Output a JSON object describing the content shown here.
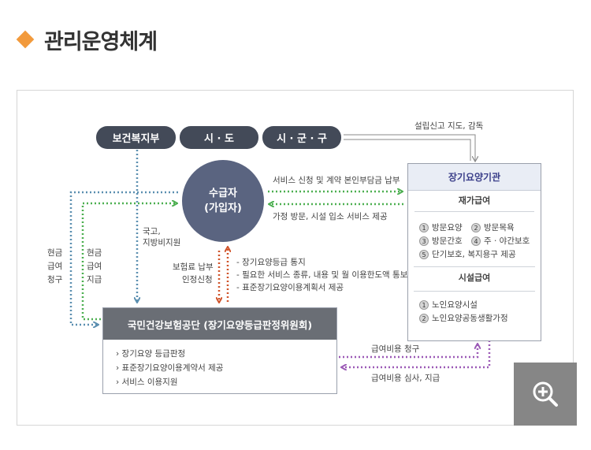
{
  "page_title": "관리운영체계",
  "government": {
    "ministry": "보건복지부",
    "province": "시 · 도",
    "city": "시 · 군 · 구"
  },
  "recipient": {
    "line1": "수급자",
    "line2": "(가입자)"
  },
  "institution": {
    "title": "장기요양기관",
    "home_care": {
      "title": "재가급여",
      "items": [
        {
          "num": "1",
          "label": "방문요양"
        },
        {
          "num": "2",
          "label": "방문목욕"
        },
        {
          "num": "3",
          "label": "방문간호"
        },
        {
          "num": "4",
          "label": "주 · 야간보호"
        },
        {
          "num": "5",
          "label": "단기보호, 복지용구 제공"
        }
      ]
    },
    "facility_care": {
      "title": "시설급여",
      "items": [
        {
          "num": "1",
          "label": "노인요양시설"
        },
        {
          "num": "2",
          "label": "노인요양공동생활가정"
        }
      ]
    }
  },
  "corporation": {
    "title": "국민건강보험공단 (장기요양등급판정위원회)",
    "items": [
      "› 장기요양 등급판정",
      "› 표준장기요양이용계약서 제공",
      "› 서비스 이용지원"
    ]
  },
  "labels": {
    "establish_report": "설립신고 지도, 감독",
    "service_request": "서비스 신청 및 계약 본인부담금 납부",
    "service_provide": "가정 방문, 시설 입소 서비스 제공",
    "national_support_1": "국고,",
    "national_support_2": "지방비지원",
    "premium_1": "보험료 납부",
    "premium_2": "인정신청",
    "notices": [
      "- 장기요양등급 통지",
      "- 필요한 서비스 종류, 내용 및 월 이용한도액 통보",
      "- 표준장기요양이용계획서 제공"
    ],
    "cash_claim": [
      "현금",
      "급여",
      "청구"
    ],
    "cash_pay": [
      "현금",
      "급여",
      "지급"
    ],
    "benefit_claim": "급여비용 청구",
    "benefit_review": "급여비용 심사, 지급"
  },
  "colors": {
    "pill": "#434a58",
    "circle": "#5a6480",
    "corp_header": "#6a6e75",
    "green_arrow": "#4caf50",
    "blue_arrow": "#5b8fb0",
    "red_arrow": "#d0542b",
    "purple_arrow": "#9b59b6",
    "accent": "#f29a3c"
  },
  "zoom_icon": "zoom-in-icon"
}
